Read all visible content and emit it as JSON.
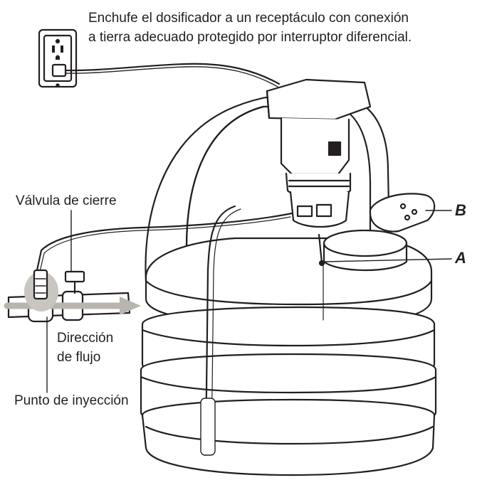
{
  "callouts": {
    "plug_instruction_line1": "Enchufe el dosificador a un receptáculo con conexión",
    "plug_instruction_line2": "a tierra adecuado protegido por interruptor diferencial.",
    "shutoff_valve": "Válvula de cierre",
    "flow_direction_line1": "Dirección",
    "flow_direction_line2": "de flujo",
    "injection_point": "Punto de inyección",
    "label_b": "B",
    "label_a": "A"
  }
}
